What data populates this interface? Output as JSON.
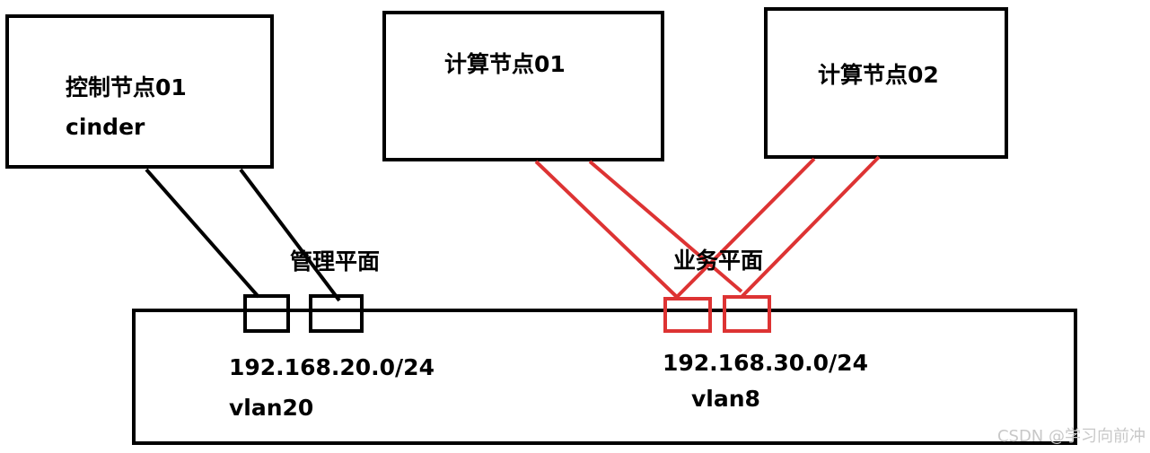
{
  "control_node": {
    "name": "控制节点01",
    "service": "cinder"
  },
  "compute_node_1": {
    "name": "计算节点01"
  },
  "compute_node_2": {
    "name": "计算节点02"
  },
  "management_plane": {
    "label": "管理平面",
    "subnet": "192.168.20.0/24",
    "vlan": "vlan20",
    "link_color": "#000000"
  },
  "service_plane": {
    "label": "业务平面",
    "subnet": "192.168.30.0/24",
    "vlan": "vlan8",
    "link_color": "#dd3333"
  },
  "watermark": "CSDN @学习向前冲"
}
